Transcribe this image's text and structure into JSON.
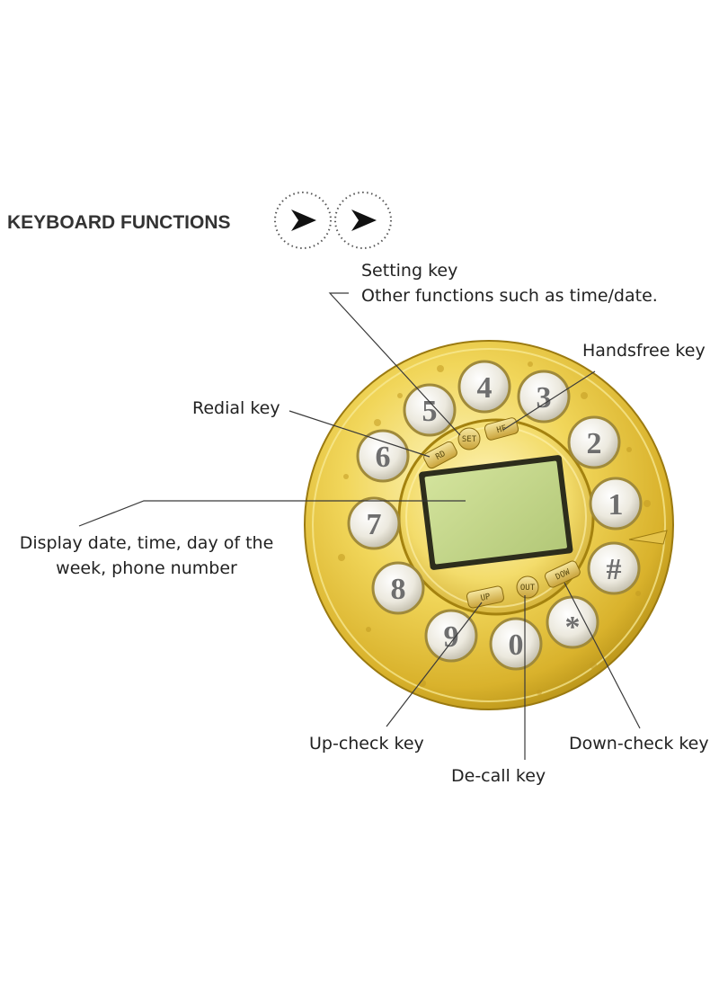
{
  "heading": "KEYBOARD FUNCTIONS",
  "callouts": {
    "setting_title": "Setting key",
    "setting_desc": "Other functions such as time/date.",
    "handsfree": "Handsfree key",
    "redial": "Redial key",
    "display_line1": "Display date, time, day of the",
    "display_line2": "week, phone number",
    "up_check": "Up-check key",
    "down_check": "Down-check key",
    "de_call": "De-call key"
  },
  "dial": {
    "digits": {
      "d1": "1",
      "d2": "2",
      "d3": "3",
      "d4": "4",
      "d5": "5",
      "d6": "6",
      "d7": "7",
      "d8": "8",
      "d9": "9",
      "d0": "0",
      "star": "*",
      "hash": "#"
    },
    "function_keys": {
      "rd": "RD",
      "set": "SET",
      "hf": "HF",
      "up": "UP",
      "out": "OUT",
      "dow": "DOW"
    }
  },
  "colors": {
    "gold_light": "#fbf0a6",
    "gold_mid": "#e8c53a",
    "gold_dark": "#b08b12",
    "key_face": "#f0ede2",
    "lcd": "#c3d68a",
    "text": "#222222"
  }
}
